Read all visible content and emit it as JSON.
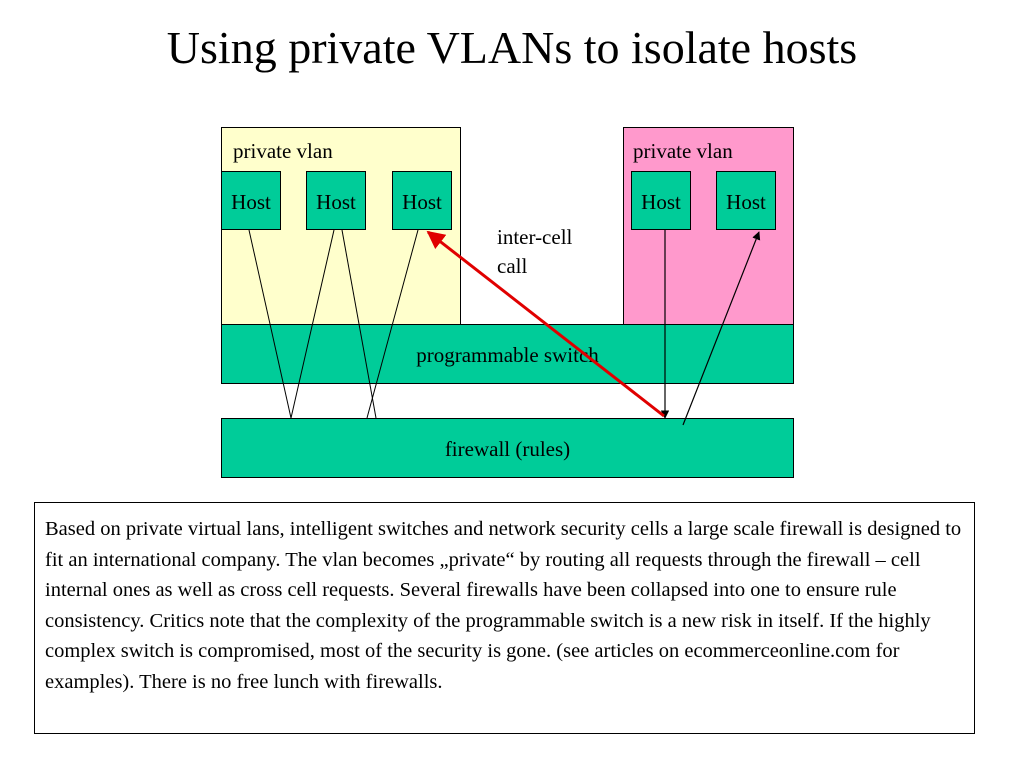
{
  "title": "Using private VLANs to isolate hosts",
  "diagram": {
    "left_vlan": {
      "label": "private vlan",
      "hosts": [
        "Host",
        "Host",
        "Host"
      ]
    },
    "right_vlan": {
      "label": "private vlan",
      "hosts": [
        "Host",
        "Host"
      ]
    },
    "inter_cell_label": "inter-cell call",
    "switch_label": "programmable switch",
    "firewall_label": "firewall (rules)",
    "colors": {
      "left_vlan_fill": "#ffffcc",
      "right_vlan_fill": "#ff99cc",
      "node_fill": "#00cc99",
      "call_arrow": "#e00000"
    }
  },
  "description": "Based on private virtual lans, intelligent switches and network security cells a large scale firewall is designed to fit an international company. The vlan becomes „private“ by routing all requests through the firewall – cell internal ones as well as cross cell requests. Several firewalls have been collapsed into one to ensure rule consistency. Critics note that the complexity of the programmable switch is a new risk in itself. If the highly complex switch is compromised, most of the security is gone. (see articles on ecommerceonline.com for examples). There is no free lunch with firewalls."
}
